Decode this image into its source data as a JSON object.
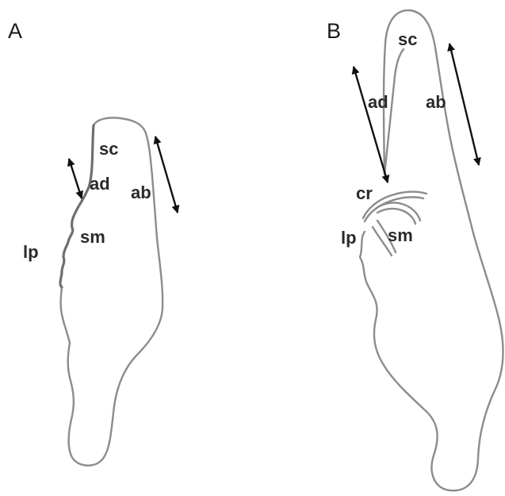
{
  "panels": {
    "a": {
      "label": "A",
      "parts": {
        "sc": "sc",
        "ad": "ad",
        "ab": "ab",
        "sm": "sm",
        "lp": "lp"
      }
    },
    "b": {
      "label": "B",
      "parts": {
        "sc": "sc",
        "ad": "ad",
        "ab": "ab",
        "cr": "cr",
        "sm": "sm",
        "lp": "lp"
      }
    }
  },
  "colors": {
    "outline": "#8c8c8c",
    "arrow": "#111111",
    "text": "#2a2a2a",
    "background": "#ffffff"
  }
}
